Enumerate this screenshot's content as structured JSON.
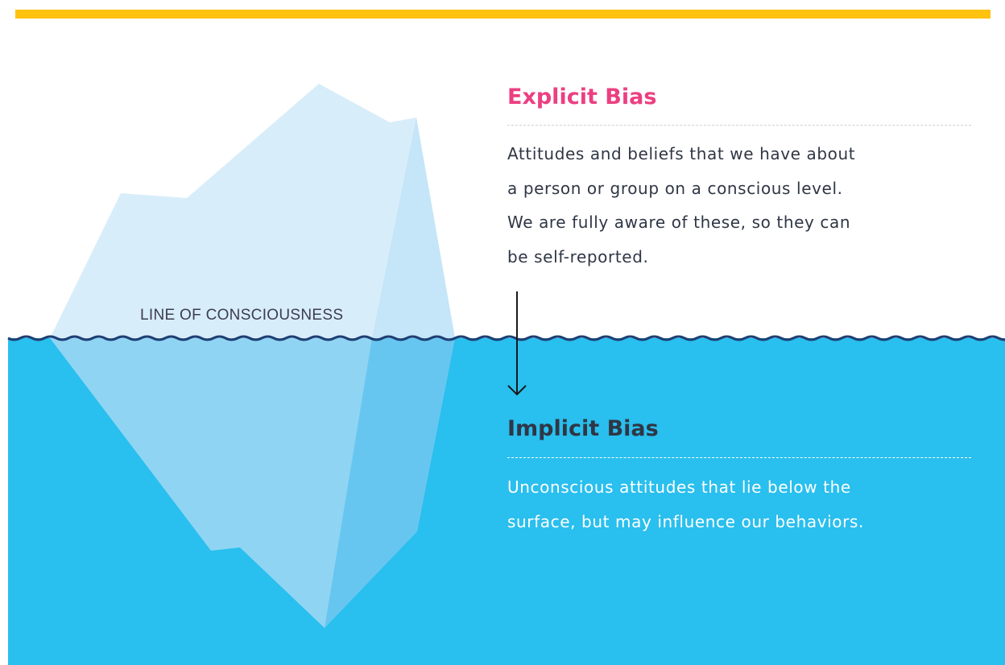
{
  "waterline": {
    "label": "LINE OF CONSCIOUSNESS"
  },
  "explicit": {
    "title": "Explicit Bias",
    "lines": [
      "Attitudes and beliefs that we have about",
      "a person or group on a conscious level.",
      "We are fully aware of these, so they can",
      "be self-reported."
    ]
  },
  "implicit": {
    "title": "Implicit Bias",
    "lines": [
      "Unconscious attitudes that lie below the",
      "surface, but may influence our behaviors."
    ]
  },
  "colors": {
    "accent_bar": "#ffc20e",
    "explicit_title": "#ec3f82",
    "implicit_title": "#2f3645",
    "water": "#29bfee",
    "wave": "#1f3f73",
    "ice_top": "#d8edfa"
  },
  "icons": [
    "down-arrow-icon",
    "iceberg-illustration",
    "wave-icon"
  ]
}
